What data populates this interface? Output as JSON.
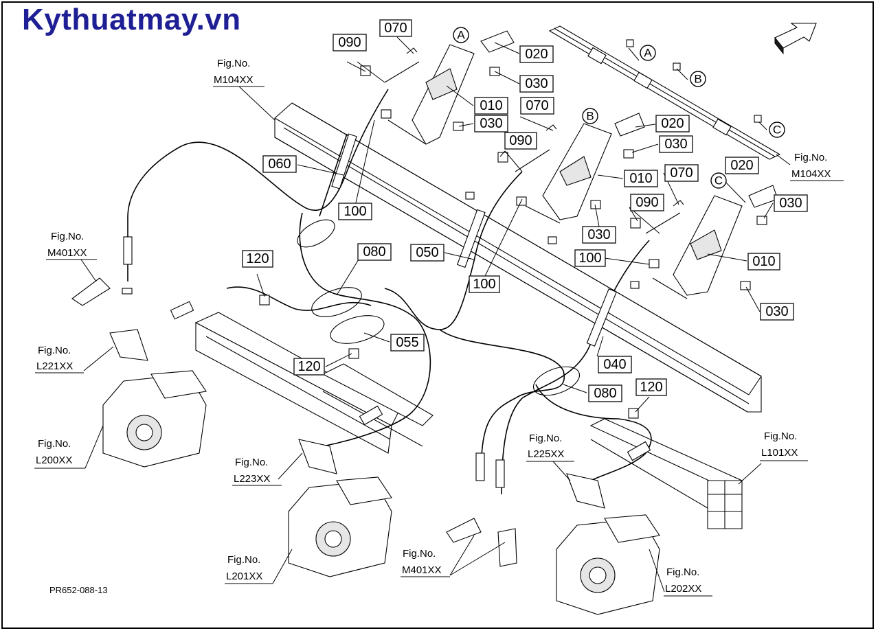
{
  "site_logo": "Kythuatmay.vn",
  "drawing_code": "PR652-088-13",
  "part_labels": [
    {
      "id": "090-a",
      "text": "090"
    },
    {
      "id": "070-a",
      "text": "070"
    },
    {
      "id": "020-a",
      "text": "020"
    },
    {
      "id": "030-a",
      "text": "030"
    },
    {
      "id": "010-a",
      "text": "010"
    },
    {
      "id": "030-b",
      "text": "030"
    },
    {
      "id": "070-b",
      "text": "070"
    },
    {
      "id": "020-b",
      "text": "020"
    },
    {
      "id": "090-b",
      "text": "090"
    },
    {
      "id": "030-c",
      "text": "030"
    },
    {
      "id": "010-b",
      "text": "010"
    },
    {
      "id": "060",
      "text": "060"
    },
    {
      "id": "100-a",
      "text": "100"
    },
    {
      "id": "070-c",
      "text": "070"
    },
    {
      "id": "020-c",
      "text": "020"
    },
    {
      "id": "030-d",
      "text": "030"
    },
    {
      "id": "090-c",
      "text": "090"
    },
    {
      "id": "030-e",
      "text": "030"
    },
    {
      "id": "120-a",
      "text": "120"
    },
    {
      "id": "080-a",
      "text": "080"
    },
    {
      "id": "050",
      "text": "050"
    },
    {
      "id": "100-b",
      "text": "100"
    },
    {
      "id": "010-c",
      "text": "010"
    },
    {
      "id": "030-f",
      "text": "030"
    },
    {
      "id": "055",
      "text": "055"
    },
    {
      "id": "120-b",
      "text": "120"
    },
    {
      "id": "040",
      "text": "040"
    },
    {
      "id": "080-b",
      "text": "080"
    },
    {
      "id": "120-c",
      "text": "120"
    },
    {
      "id": "100-c",
      "text": "100"
    }
  ],
  "figure_refs": [
    {
      "id": "m104-left",
      "line1": "Fig.No.",
      "line2": "M104XX"
    },
    {
      "id": "m104-right",
      "line1": "Fig.No.",
      "line2": "M104XX"
    },
    {
      "id": "m401-left",
      "line1": "Fig.No.",
      "line2": "M401XX"
    },
    {
      "id": "l221",
      "line1": "Fig.No.",
      "line2": "L221XX"
    },
    {
      "id": "l200",
      "line1": "Fig.No.",
      "line2": "L200XX"
    },
    {
      "id": "l223",
      "line1": "Fig.No.",
      "line2": "L223XX"
    },
    {
      "id": "l201",
      "line1": "Fig.No.",
      "line2": "L201XX"
    },
    {
      "id": "m401-bottom",
      "line1": "Fig.No.",
      "line2": "M401XX"
    },
    {
      "id": "l225",
      "line1": "Fig.No.",
      "line2": "L225XX"
    },
    {
      "id": "l101",
      "line1": "Fig.No.",
      "line2": "L101XX"
    },
    {
      "id": "l202",
      "line1": "Fig.No.",
      "line2": "L202XX"
    }
  ],
  "letter_callouts": [
    {
      "id": "a-pedal",
      "text": "A"
    },
    {
      "id": "b-pedal",
      "text": "B"
    },
    {
      "id": "c-pedal",
      "text": "C"
    },
    {
      "id": "a-bracket",
      "text": "A"
    },
    {
      "id": "b-bracket",
      "text": "B"
    },
    {
      "id": "c-bracket",
      "text": "C"
    }
  ],
  "colors": {
    "logo": "#1f1f95",
    "line": "#000000",
    "background": "#ffffff"
  },
  "icons": [
    "direction-arrow-icon"
  ]
}
